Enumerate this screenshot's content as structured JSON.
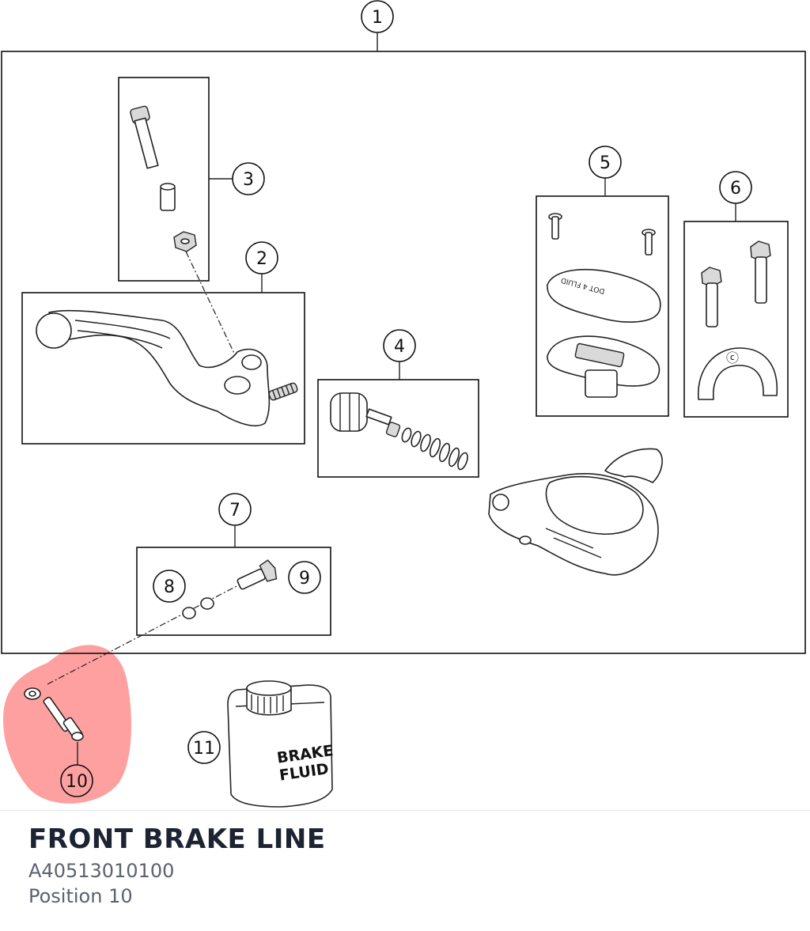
{
  "diagram": {
    "callouts": [
      "1",
      "2",
      "3",
      "4",
      "5",
      "6",
      "7",
      "8",
      "9",
      "10",
      "11"
    ],
    "highlighted_position": "10",
    "highlight_color": "#ff8080",
    "bottle_label_line1": "BRAKE",
    "bottle_label_line2": "FLUID"
  },
  "part": {
    "name": "FRONT BRAKE LINE",
    "number": "A40513010100",
    "position_label": "Position 10"
  }
}
